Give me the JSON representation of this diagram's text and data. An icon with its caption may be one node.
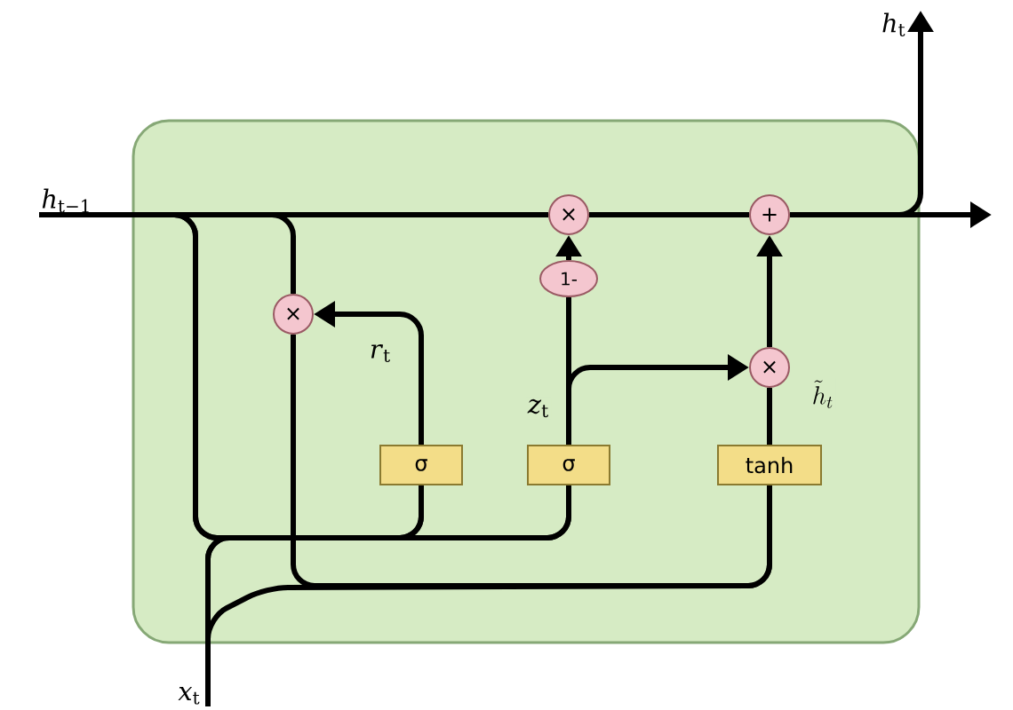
{
  "diagram": {
    "nodes": [
      {
        "text": [],
        "shape": "box"
      },
      {
        "text": [
          "×"
        ],
        "in": 0
      },
      {
        "text": [
          "×"
        ],
        "in": 0
      },
      {
        "text": [
          "+"
        ],
        "in": 0
      },
      {
        "text": [
          "1-"
        ],
        "in": 0
      },
      {
        "text": [
          "×"
        ],
        "in": 0
      },
      {
        "text": [
          "σ"
        ],
        "in": 0
      },
      {
        "text": [
          "σ"
        ],
        "in": 0
      },
      {
        "text": [
          "tanh"
        ],
        "in": 0
      },
      {
        "text": [
          "*h*$_{t−1}$"
        ]
      },
      {
        "text": [
          "*x*$_{t}$"
        ]
      },
      {
        "text": [
          "*h*$_{t}$"
        ]
      }
    ],
    "edges": [
      {
        "from": 9,
        "to": 2,
        "arrow": "none"
      },
      {
        "from": 2,
        "to": 3,
        "arrow": "none"
      },
      {
        "from": 3,
        "to": null,
        "arrow": "to"
      },
      {
        "from": 3,
        "to": 11,
        "arrow": "to"
      },
      {
        "from": 9,
        "to": 6,
        "arrow": "none"
      },
      {
        "from": 9,
        "to": 7,
        "arrow": "none"
      },
      {
        "from": 10,
        "to": 6,
        "arrow": "none"
      },
      {
        "from": 10,
        "to": 7,
        "arrow": "none"
      },
      {
        "from": 10,
        "to": 8,
        "arrow": "none"
      },
      {
        "from": 9,
        "to": 1,
        "arrow": "none"
      },
      {
        "from": 1,
        "to": 8,
        "arrow": "none"
      },
      {
        "from": 6,
        "to": 1,
        "arrow": "to",
        "label": "*r*$_{t}$"
      },
      {
        "from": 7,
        "to": 4,
        "arrow": "none",
        "label": "*z*$_{t}$"
      },
      {
        "from": 4,
        "to": 2,
        "arrow": "to"
      },
      {
        "from": 7,
        "to": 5,
        "arrow": "to"
      },
      {
        "from": 8,
        "to": 5,
        "arrow": "none",
        "label": "\\tilde{h}_t"
      },
      {
        "from": 5,
        "to": 3,
        "arrow": "to"
      }
    ]
  }
}
